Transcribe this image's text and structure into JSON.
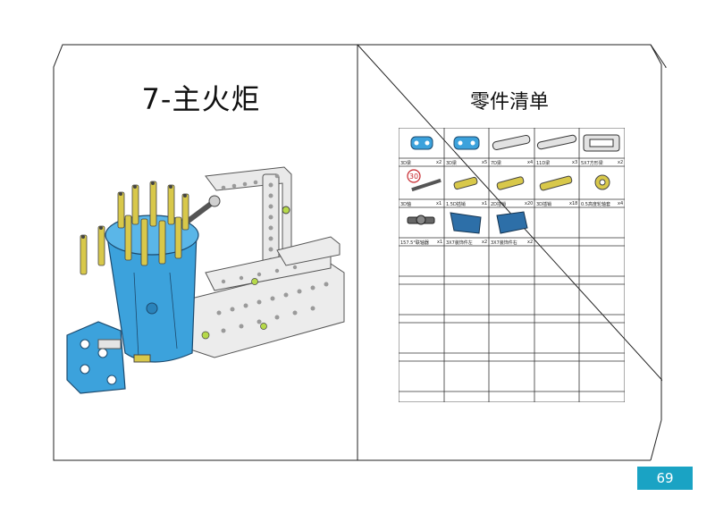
{
  "left_page": {
    "title": "7-主火炬"
  },
  "right_page": {
    "title": "零件清单",
    "parts": [
      {
        "name": "3D梁",
        "qty": "x2",
        "icon": "beam-3-blue-icon"
      },
      {
        "name": "3D梁",
        "qty": "x5",
        "icon": "beam-3d-blue-icon"
      },
      {
        "name": "7D梁",
        "qty": "x4",
        "icon": "beam-7-gray-icon"
      },
      {
        "name": "11D梁",
        "qty": "x3",
        "icon": "beam-11-gray-icon"
      },
      {
        "name": "5X7方形梁",
        "qty": "x2",
        "icon": "frame-5x7-icon"
      },
      {
        "name": "3D轴",
        "qty": "x1",
        "icon": "axle-30-icon"
      },
      {
        "name": "1.5D插销",
        "qty": "x1",
        "icon": "pin-1-5-icon"
      },
      {
        "name": "2D插销",
        "qty": "x20",
        "icon": "pin-2-icon"
      },
      {
        "name": "3D插销",
        "qty": "x18",
        "icon": "pin-3-icon"
      },
      {
        "name": "0.5高度轮轴套",
        "qty": "x4",
        "icon": "bushing-icon"
      },
      {
        "name": "157.5°联轴器",
        "qty": "x1",
        "icon": "connector-157-icon"
      },
      {
        "name": "3X7装饰件左",
        "qty": "x2",
        "icon": "panel-left-icon"
      },
      {
        "name": "3X7装饰件右",
        "qty": "x2",
        "icon": "panel-right-icon"
      }
    ],
    "axle_mark": "30"
  },
  "page_number": "69",
  "colors": {
    "accent": "#1aa3c4",
    "blue_part": "#3ca2dc",
    "pin_yellow": "#d8c84a",
    "gray_part": "#b4b4b4"
  }
}
